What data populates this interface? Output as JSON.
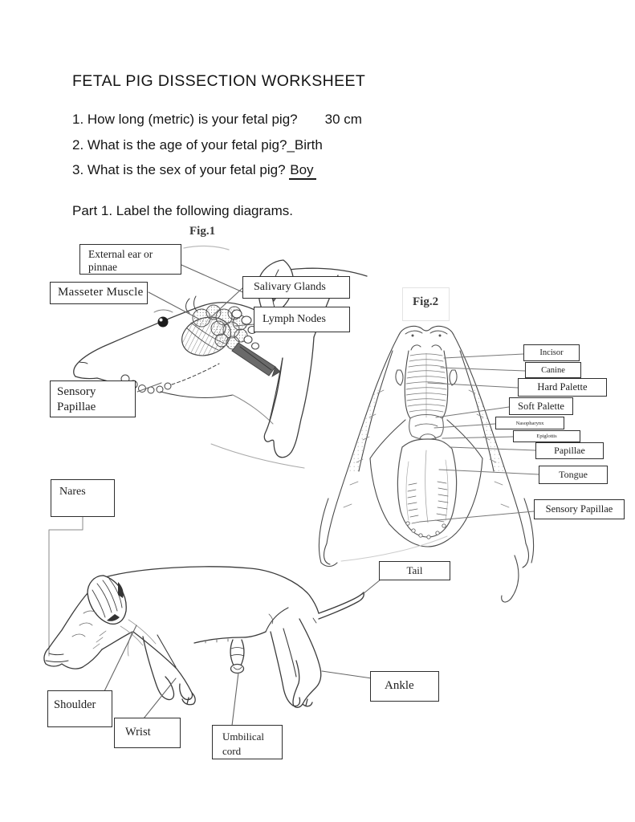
{
  "document": {
    "title": "FETAL PIG DISSECTION WORKSHEET",
    "questions": {
      "q1": {
        "prefix": "1. How long (metric) is your fetal pig?",
        "answer": "30 cm"
      },
      "q2": {
        "prefix": "2. What is the age of your fetal pig?",
        "separator": "_",
        "answer": "Birth"
      },
      "q3": {
        "prefix": "3. What is the sex of your fetal pig?",
        "answer": "Boy"
      }
    },
    "part1_heading": "Part 1. Label the following diagrams.",
    "fig1": {
      "caption": "Fig.1",
      "labels": {
        "external_ear": "External ear or pinnae",
        "masseter_muscle": "Masseter Muscle",
        "salivary_glands": "Salivary Glands",
        "lymph_nodes": "Lymph Nodes",
        "sensory_papillae": "Sensory Papillae"
      }
    },
    "fig2": {
      "caption": "Fig.2",
      "labels": {
        "incisor": "Incisor",
        "canine": "Canine",
        "hard_palette": "Hard Palette",
        "soft_palette": "Soft Palette",
        "nasopharynx": "Nasopharynx",
        "epiglottis": "Epiglottis",
        "papillae": "Papillae",
        "tongue": "Tongue",
        "sensory_papillae": "Sensory Papillae"
      }
    },
    "fig3": {
      "labels": {
        "nares": "Nares",
        "tail": "Tail",
        "shoulder": "Shoulder",
        "wrist": "Wrist",
        "umbilical_cord": "Umbilical cord",
        "ankle": "Ankle"
      }
    }
  }
}
